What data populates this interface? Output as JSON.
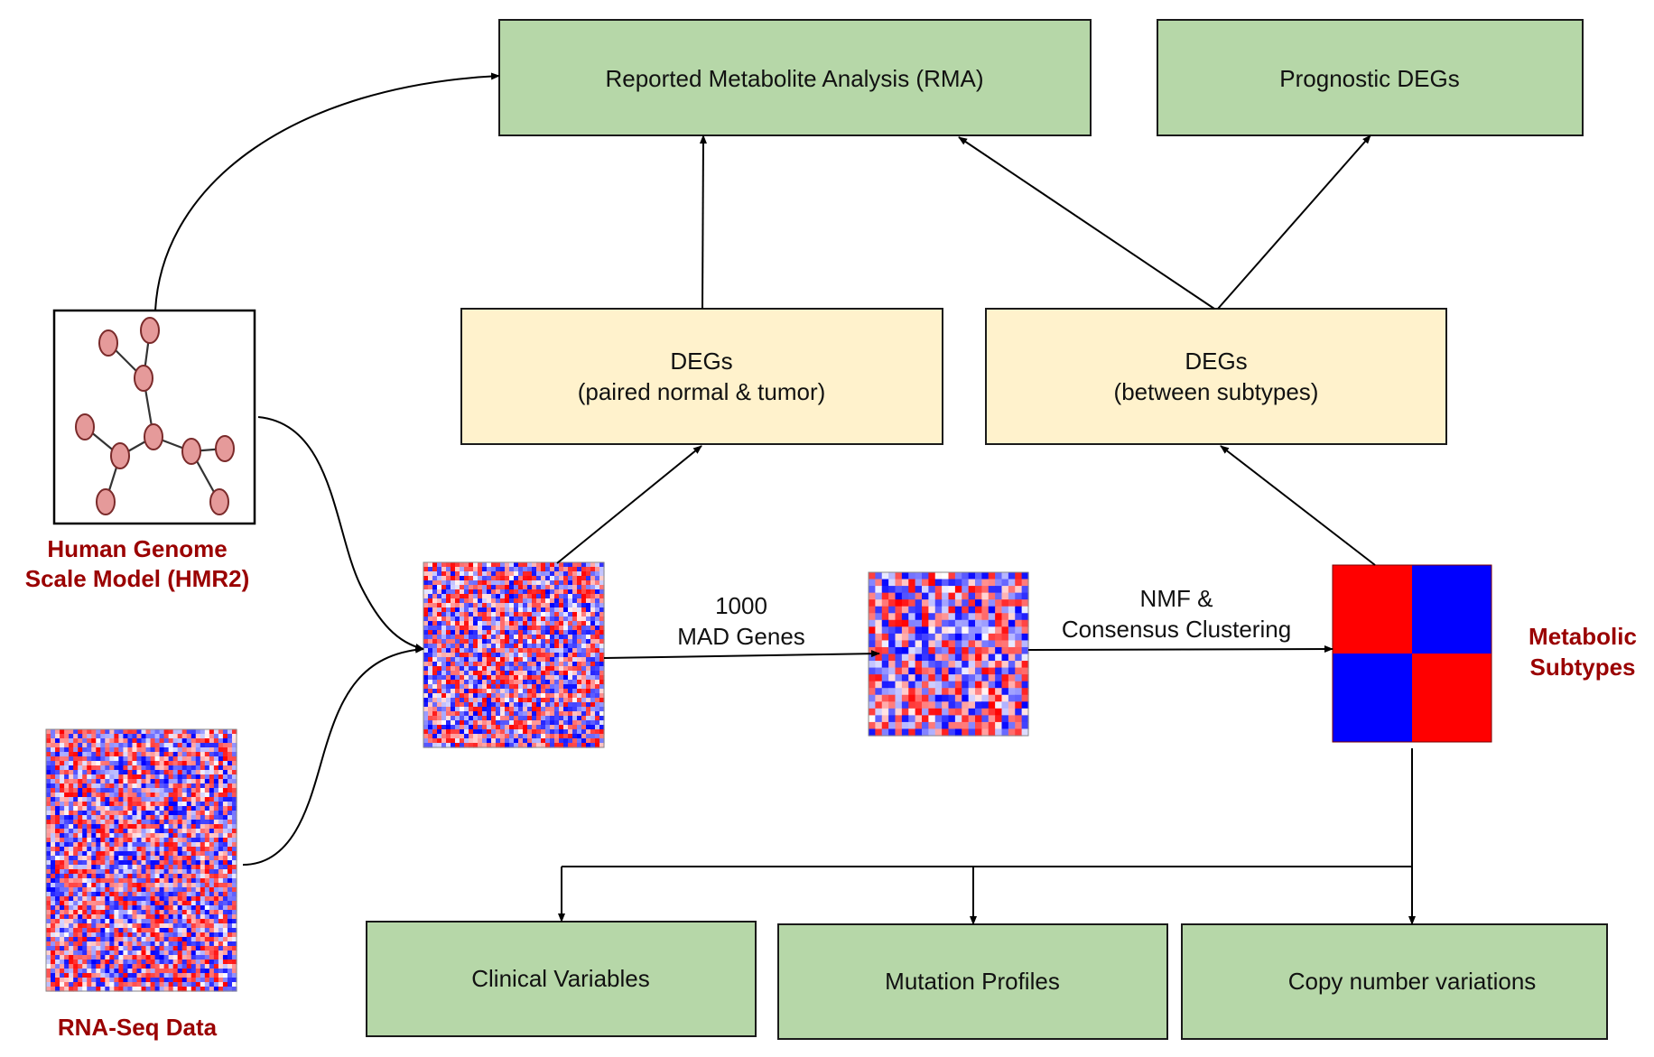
{
  "colors": {
    "green_box": "#b6d7a8",
    "yellow_box": "#fff2cc",
    "label_red": "#9a0000",
    "heat_red": "#ff0000",
    "heat_blue": "#0000ff",
    "node_pink": "#e59a9a"
  },
  "boxes": {
    "rma": "Reported Metabolite Analysis (RMA)",
    "prognostic": "Prognostic DEGs",
    "degs_paired_line1": "DEGs",
    "degs_paired_line2": "(paired normal & tumor)",
    "degs_subtypes_line1": "DEGs",
    "degs_subtypes_line2": "(between subtypes)",
    "clinical": "Clinical Variables",
    "mutation": "Mutation Profiles",
    "cnv": "Copy number variations"
  },
  "labels": {
    "hmr2_line1": "Human Genome",
    "hmr2_line2": "Scale Model (HMR2)",
    "rnaseq": "RNA-Seq Data",
    "metabolic_line1": "Metabolic",
    "metabolic_line2": "Subtypes"
  },
  "edges": {
    "mad_line1": "1000",
    "mad_line2": "MAD Genes",
    "nmf_line1": "NMF &",
    "nmf_line2": "Consensus Clustering"
  },
  "icons": {
    "network": "metabolic-network-icon",
    "heatmap": "expression-heatmap-icon",
    "subtype_matrix": "consensus-matrix-icon"
  }
}
